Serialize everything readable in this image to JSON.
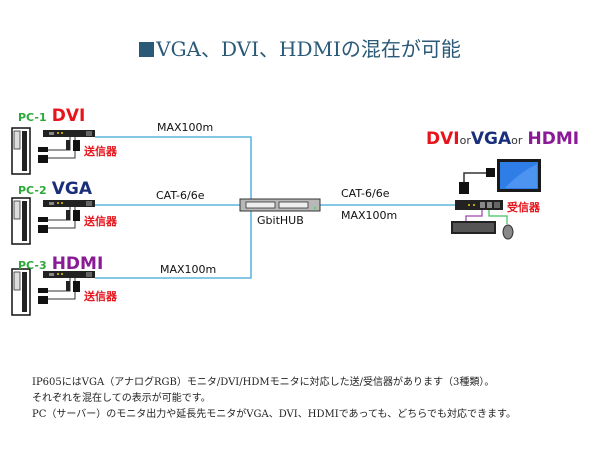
{
  "title": "VGA、DVI、HDMIの混在が可能",
  "colors": {
    "title": "#2a5a78",
    "dvi": "#e8141c",
    "vga": "#1a2f7a",
    "hdmi": "#8a1a96",
    "pc_label": "#2ea83a",
    "cable": "#3aa6d8",
    "keyboard_cable": "#a040b0",
    "mouse_cable": "#40c060"
  },
  "senders": [
    {
      "pc": "PC-1",
      "signal": "DVI",
      "unit_label": "送信器"
    },
    {
      "pc": "PC-2",
      "signal": "VGA",
      "unit_label": "送信器"
    },
    {
      "pc": "PC-3",
      "signal": "HDMI",
      "unit_label": "送信器"
    }
  ],
  "links": {
    "top": "MAX100m",
    "middle": "CAT-6/6e",
    "bottom": "MAX100m",
    "right_cable": "CAT-6/6e",
    "right_distance": "MAX100m"
  },
  "hub": {
    "label": "GbitHUB"
  },
  "receiver": {
    "signals": [
      "DVI",
      "VGA",
      "HDMI"
    ],
    "or": "or",
    "unit_label": "受信器"
  },
  "description": [
    "IP605にはVGA（アナログRGB）モニタ/DVI/HDMモニタに対応した送/受信器があります（3種類）。",
    "それぞれを混在しての表示が可能です。",
    "PC（サーバー）のモニタ出力や延長先モニタがVGA、DVI、HDMIであっても、どちらでも対応できます。"
  ]
}
